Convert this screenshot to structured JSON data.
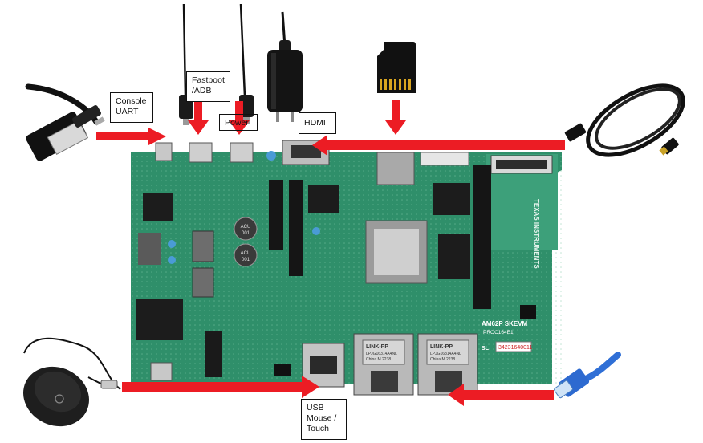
{
  "labels": {
    "console_uart": "Console\nUART",
    "fastboot_adb": "Fastboot\n/ADB",
    "power": "Power",
    "hdmi": "HDMI",
    "usb": "USB\nMouse /\nTouch"
  },
  "board": {
    "brand": "TEXAS INSTRUMENTS",
    "model": "AM62P SKEVM",
    "model_sub": "PROC164E1",
    "serial": "34231640011",
    "jack_text_1": "LINK-PP",
    "jack_code": "LPJG16314A4NL",
    "jack_origin": "China M 2238",
    "cap_text": "ACU\n001",
    "sl_mark": "SL"
  },
  "colors": {
    "arrow": "#ec1c24",
    "pcb": "#2f8f6a",
    "pcb_dark": "#1f6b4e",
    "chip": "#1c1c1c"
  }
}
